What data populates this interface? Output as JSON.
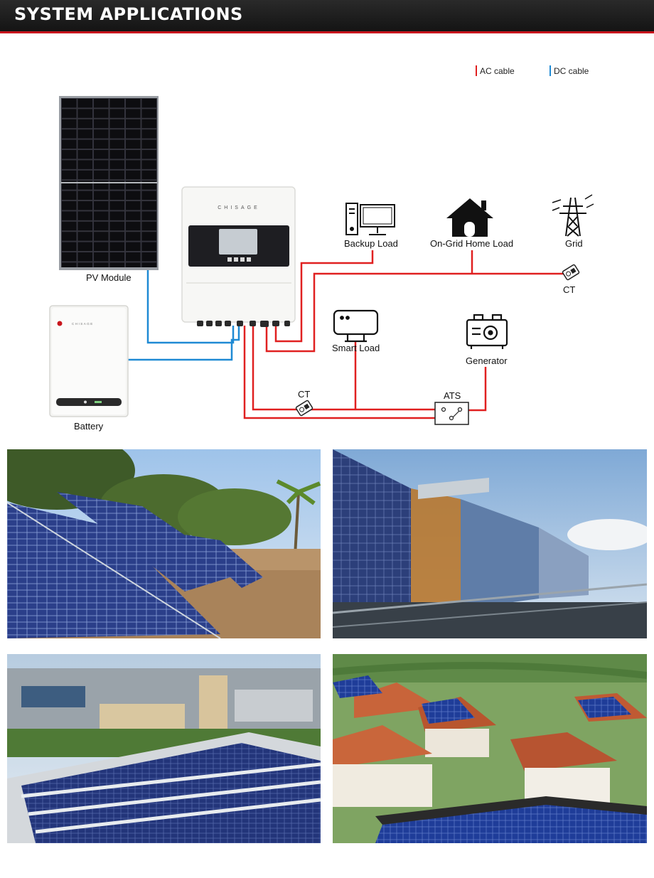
{
  "header": {
    "title": "SYSTEM APPLICATIONS"
  },
  "legend": {
    "ac_label": "AC cable",
    "dc_label": "DC cable",
    "ac_color": "#e02020",
    "dc_color": "#1f8ad4"
  },
  "inverter": {
    "brand": "CHISAGE"
  },
  "battery": {
    "brand": "CHISAGE"
  },
  "labels": {
    "pv_module": "PV Module",
    "battery": "Battery",
    "backup_load": "Backup Load",
    "on_grid_home_load": "On-Grid Home Load",
    "grid": "Grid",
    "ct_grid": "CT",
    "smart_load": "Smart Load",
    "generator": "Generator",
    "ct_lower": "CT",
    "ats": "ATS"
  },
  "photos": [
    {
      "scene": "ground-mounted solar array"
    },
    {
      "scene": "building-integrated solar facade"
    },
    {
      "scene": "industrial rooftop solar"
    },
    {
      "scene": "residential rooftop solar"
    }
  ]
}
